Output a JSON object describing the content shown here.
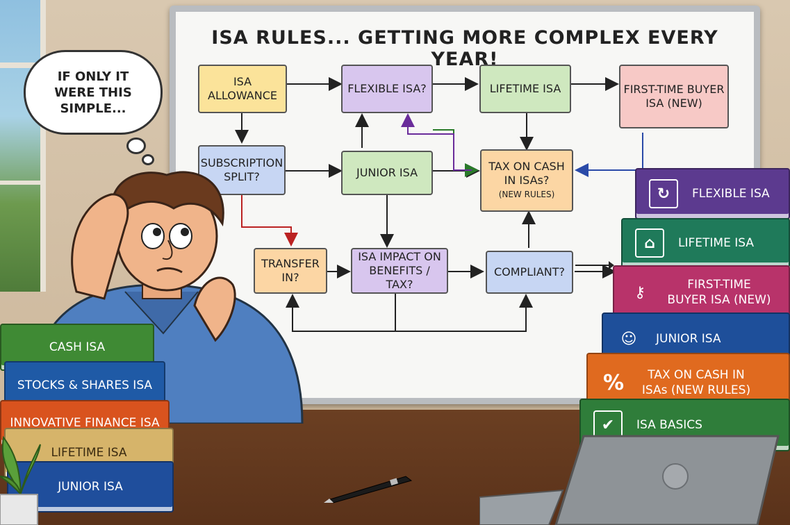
{
  "board": {
    "title": "ISA RULES... GETTING MORE COMPLEX EVERY YEAR!",
    "nodes": {
      "isa_allowance": "ISA ALLOWANCE",
      "flexible_isa": "FLEXIBLE ISA?",
      "lifetime_isa": "LIFETIME ISA",
      "first_time_buyer": "FIRST-TIME BUYER ISA (NEW)",
      "subscription_split": "SUBSCRIPTION SPLIT?",
      "junior_isa": "JUNIOR ISA",
      "tax_on_cash": "TAX ON CASH IN ISAs?",
      "tax_on_cash_sub": "(NEW RULES)",
      "transfer_in": "TRANSFER IN?",
      "isa_impact": "ISA IMPACT ON BENEFITS / TAX?",
      "compliant": "COMPLIANT?"
    }
  },
  "thought": {
    "text": "IF ONLY IT WERE THIS SIMPLE..."
  },
  "left_books": [
    "CASH ISA",
    "STOCKS & SHARES ISA",
    "INNOVATIVE FINANCE ISA",
    "LIFETIME ISA",
    "JUNIOR ISA"
  ],
  "right_books": [
    {
      "label": "FLEXIBLE ISA",
      "icon": "cycle-icon"
    },
    {
      "label": "LIFETIME ISA",
      "icon": "house-icon"
    },
    {
      "label": "FIRST-TIME BUYER ISA (NEW)",
      "icon": "key-icon"
    },
    {
      "label": "JUNIOR ISA",
      "icon": "child-icon"
    },
    {
      "label": "TAX ON CASH IN ISAs (NEW RULES)",
      "icon": "percent-icon"
    },
    {
      "label": "ISA BASICS",
      "icon": "checkbox-icon"
    }
  ],
  "colors": {
    "book_green": "#3f8a34",
    "book_blue": "#1f5aa6",
    "book_orange": "#d9531e",
    "book_tan": "#d6b46a",
    "book_navy": "#1f4e9c",
    "book_purple": "#5c3a8f",
    "book_teal": "#1f7a5a",
    "book_magenta": "#b8336a",
    "book_dblue": "#1e4f9a",
    "book_rorange": "#e06a1f",
    "book_rgreen": "#2f7d3a"
  }
}
